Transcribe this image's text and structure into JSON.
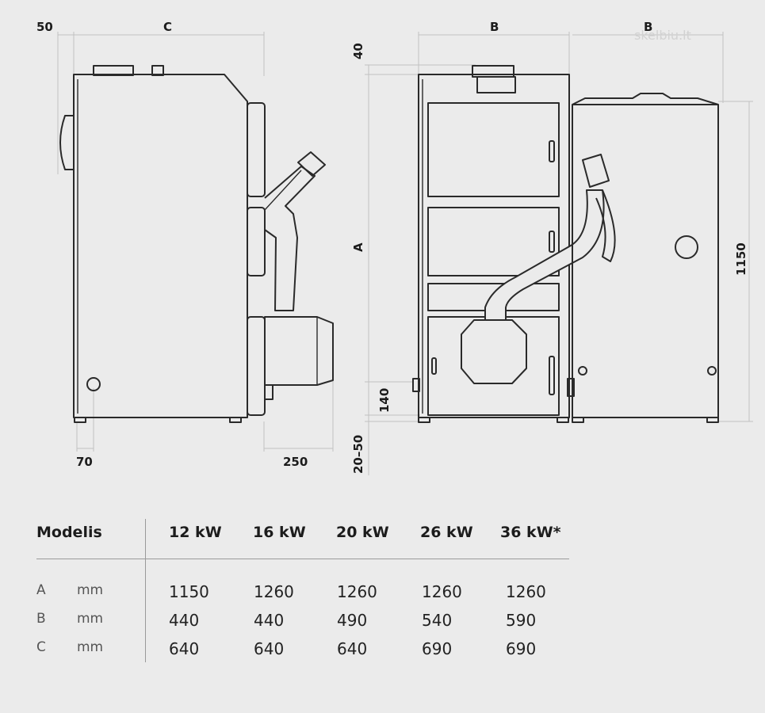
{
  "dimensions": {
    "side_top_offset": "50",
    "side_depth": "C",
    "front_width": "B",
    "back_width": "B",
    "top_offset": "40",
    "height": "A",
    "back_height": "1150",
    "inlet_height": "140",
    "feet_height": "20–50",
    "rear_bottom": "70",
    "burner_projection": "250"
  },
  "watermark": "skelbiu.lt",
  "table": {
    "header_label": "Modelis",
    "models": [
      "12 kW",
      "16 kW",
      "20 kW",
      "26 kW",
      "36 kW*"
    ],
    "rows": [
      {
        "label": "A",
        "unit": "mm",
        "values": [
          "1150",
          "1260",
          "1260",
          "1260",
          "1260"
        ]
      },
      {
        "label": "B",
        "unit": "mm",
        "values": [
          "440",
          "440",
          "490",
          "540",
          "590"
        ]
      },
      {
        "label": "C",
        "unit": "mm",
        "values": [
          "640",
          "640",
          "640",
          "690",
          "690"
        ]
      }
    ]
  }
}
